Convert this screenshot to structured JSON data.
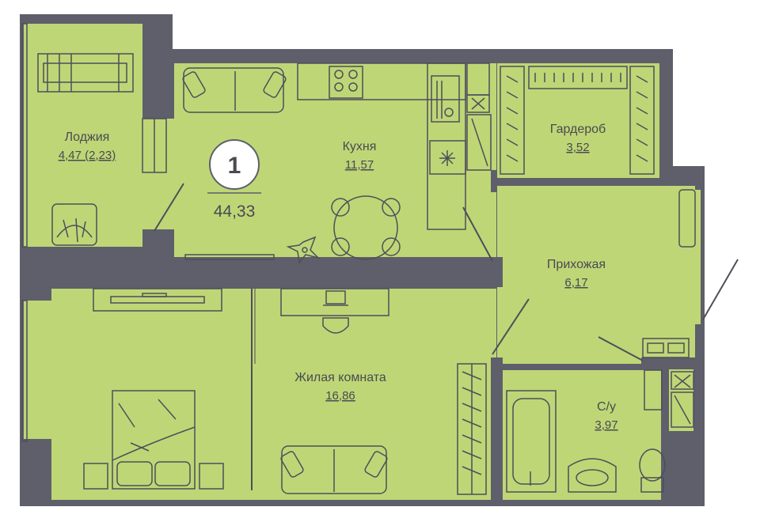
{
  "colors": {
    "floor": "#bfd676",
    "wall": "#5e5f6b",
    "line": "#4e4f5a",
    "background": "#ffffff"
  },
  "apartment": {
    "rooms_count": "1",
    "total_area": "44,33"
  },
  "rooms": {
    "loggia": {
      "label": "Лоджия",
      "area": "4,47 (2,23)"
    },
    "kitchen": {
      "label": "Кухня",
      "area": "11,57"
    },
    "wardrobe": {
      "label": "Гардероб",
      "area": "3,52"
    },
    "hallway": {
      "label": "Прихожая",
      "area": "6,17"
    },
    "living": {
      "label": "Жилая комната",
      "area": "16,86"
    },
    "bathroom": {
      "label": "С/у",
      "area": "3,97"
    }
  },
  "icons": [
    "sofa-icon",
    "stove-icon",
    "sink-icon",
    "fridge-icon",
    "dining-table-icon",
    "plant-icon",
    "armchair-icon",
    "bed-icon",
    "desk-icon",
    "laptop-icon",
    "bathtub-icon",
    "toilet-icon",
    "washbasin-icon",
    "wardrobe-icon",
    "door-icon",
    "window-icon"
  ]
}
